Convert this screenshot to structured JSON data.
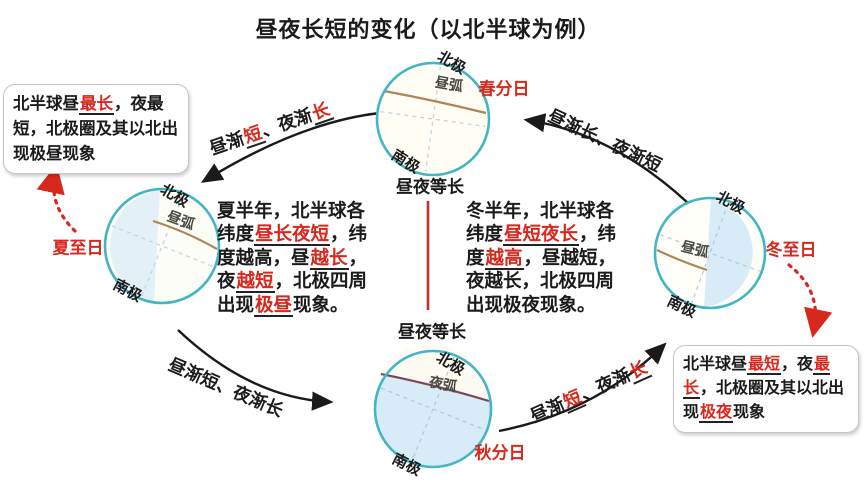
{
  "title": "昼夜长短的变化（以北半球为例）",
  "colors": {
    "accent_red": "#d8281e",
    "globe_border_teal": "#43b5c5",
    "night_shade_blue": "#d8ecf7",
    "terminator_brown": "#b08455",
    "orbit_black": "#1a1a1a"
  },
  "globes": {
    "spring": {
      "season": "春分日",
      "pole_north": "北极",
      "pole_south": "南极",
      "arc_name": "昼弧",
      "note": "昼夜等长"
    },
    "summer": {
      "season": "夏至日",
      "pole_north": "北极",
      "pole_south": "南极",
      "arc_name": "昼弧"
    },
    "winter": {
      "season": "冬至日",
      "pole_north": "北极",
      "pole_south": "南极",
      "arc_name": "昼弧"
    },
    "autumn": {
      "season": "秋分日",
      "pole_north": "北极",
      "pole_south": "南极",
      "arc_name": "夜弧",
      "note": "昼夜等长"
    }
  },
  "orbit_labels": {
    "spring_to_summer": {
      "p1": "昼渐",
      "r1": "短",
      "p2": "、夜渐",
      "r2": "长"
    },
    "winter_to_spring": {
      "text": "昼渐长、夜渐短"
    },
    "summer_to_autumn": {
      "text": "昼渐短、夜渐长"
    },
    "autumn_to_winter": {
      "p1": "昼渐",
      "r1": "短",
      "p2": "、夜渐",
      "r2": "长"
    }
  },
  "summer_box": {
    "s0": "北半球昼",
    "r0": "最长",
    "s1": "，夜最短，北极圈及其以北出现极昼现象"
  },
  "winter_box": {
    "s0": "北半球昼",
    "r0": "最短",
    "s1": "，夜",
    "r1": "最长",
    "s2": "，北极圈及其以北出现",
    "r2": "极夜",
    "s3": "现象"
  },
  "summer_half_year": {
    "s0": "夏半年，北半球各纬度",
    "r0": "昼长夜短",
    "s1": "，纬度越高，昼",
    "r1": "越长",
    "s2": "，夜",
    "r2": "越短",
    "s3": "，北极四周出现",
    "r3": "极昼",
    "s4": "现象。"
  },
  "winter_half_year": {
    "s0": "冬半年，北半球各纬度",
    "r0": "昼短夜长",
    "s1": "，纬度",
    "r1": "越高",
    "s2": "，昼越短，夜越长，北极四周出现极夜现象。"
  }
}
